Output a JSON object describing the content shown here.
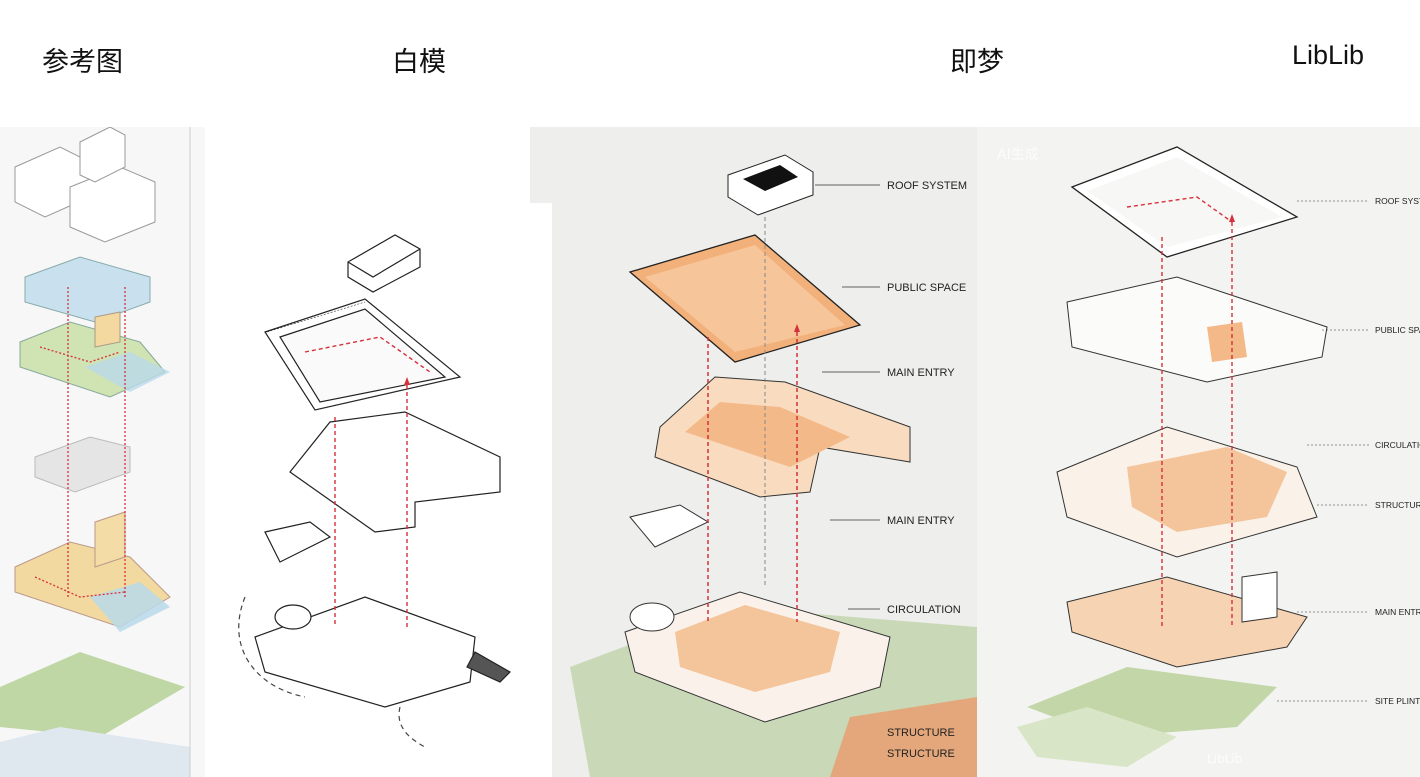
{
  "headers": {
    "ref": "参考图",
    "white": "白模",
    "jimeng": "即梦",
    "liblib": "LibLib"
  },
  "panel3": {
    "labels": [
      "ROOF SYSTEM",
      "PUBLIC SPACE",
      "MAIN ENTRY",
      "MAIN ENTRY",
      "CIRCULATION",
      "STRUCTURE",
      "STRUCTURE"
    ]
  },
  "panel4": {
    "watermark_top": "AI生成",
    "labels": [
      "ROOF SYSTE",
      "PUBLIC SPAC",
      "CIRCULATIO",
      "STRUCTURE",
      "MAIN ENTRY",
      "SITE PLINTH"
    ],
    "watermark_bottom": "LibLib"
  },
  "colors": {
    "orange": "#f2b07a",
    "green": "#b8d39a",
    "blue": "#a9cfe6",
    "red": "#d6303a"
  }
}
